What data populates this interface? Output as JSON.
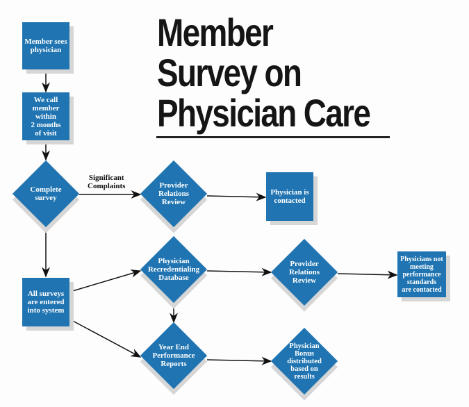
{
  "title": "Member\nSurvey on\nPhysician Care",
  "edge_label": "Significant\nComplaints",
  "nodes": {
    "member_sees": "Member sees\nphysician",
    "we_call": "We call\nmember\nwithin\n2 months\nof visit",
    "complete_survey": "Complete\nsurvey",
    "provider_review_1": "Provider\nRelations\nReview",
    "physician_contacted": "Physician is\ncontacted",
    "all_surveys": "All surveys\nare entered\ninto system",
    "recredentialing": "Physician\nRecredentialing\nDatabase",
    "provider_review_2": "Provider\nRelations\nReview",
    "not_meeting": "Physicians not\nmeeting\nperformance\nstandards\nare contacted",
    "year_end": "Year End\nPerformance\nReports",
    "bonus": "Physician\nBonus\ndistributed\nbased on\nresults"
  },
  "colors": {
    "node": "#1f74b1",
    "shadow": "#d6d6d6"
  }
}
